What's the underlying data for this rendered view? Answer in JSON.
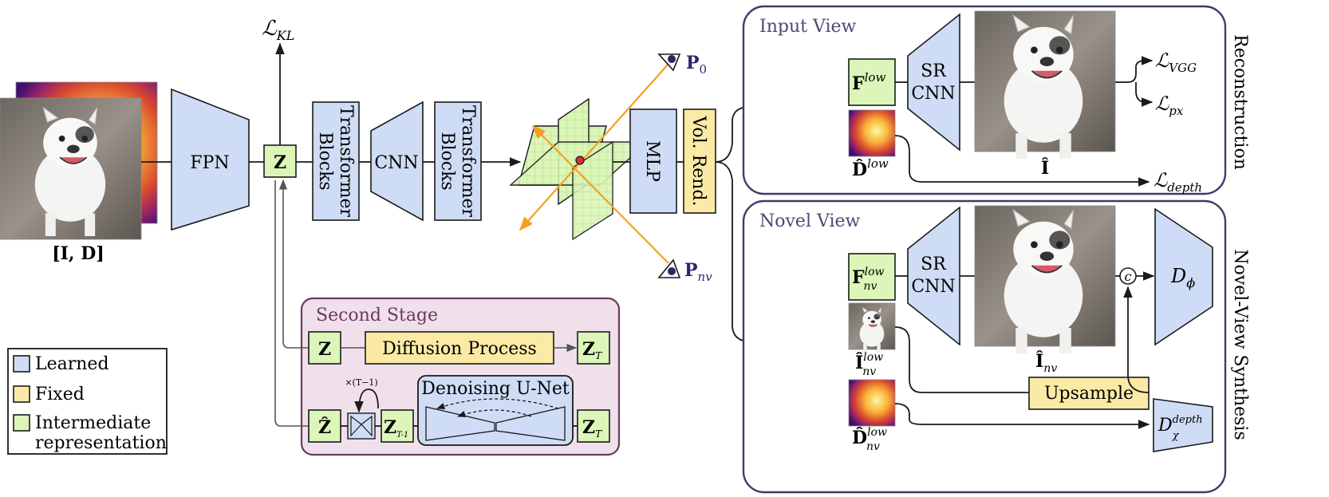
{
  "colors": {
    "learned": "#cfdcf5",
    "fixed": "#fbeaa6",
    "intermediate": "#dcf5b8",
    "second_stage_bg": "#f0e0ec",
    "second_stage_border": "#6b3a5c",
    "panel_border": "#3d3d6b",
    "ray_orange": "#f5a020",
    "panel_title": "#4a4a7a",
    "second_stage_title": "#6b3a5c"
  },
  "input": {
    "label": "[I, D]"
  },
  "encoder": {
    "fpn": "FPN",
    "z": "Z",
    "kl_loss": "ℒ",
    "kl_loss_sub": "KL",
    "transformer1_l1": "Transformer",
    "transformer1_l2": "Blocks",
    "cnn": "CNN",
    "transformer2_l1": "Transformer",
    "transformer2_l2": "Blocks"
  },
  "renderer": {
    "mlp": "MLP",
    "vol_rend": "Vol. Rend.",
    "p0": "P",
    "p0_sub": "0",
    "pnv": "P",
    "pnv_sub": "nv"
  },
  "input_view": {
    "title": "Input View",
    "f_low": "F",
    "f_low_sup": "low",
    "sr_cnn_l1": "SR",
    "sr_cnn_l2": "CNN",
    "d_low": "D̂",
    "d_low_sup": "low",
    "i_hat": "Î",
    "loss_vgg": "ℒ",
    "loss_vgg_sub": "VGG",
    "loss_px": "ℒ",
    "loss_px_sub": "px",
    "loss_depth": "ℒ",
    "loss_depth_sub": "depth",
    "side_label": "Reconstruction"
  },
  "novel_view": {
    "title": "Novel View",
    "f_low": "F",
    "f_low_sup": "low",
    "f_low_sub": "nv",
    "sr_cnn_l1": "SR",
    "sr_cnn_l2": "CNN",
    "i_low": "Î",
    "i_low_sup": "low",
    "i_low_sub": "nv",
    "d_low": "D̂",
    "d_low_sup": "low",
    "d_low_sub": "nv",
    "i_nv": "Î",
    "i_nv_sub": "nv",
    "concat": "c",
    "d_phi": "D",
    "d_phi_sub": "ϕ",
    "upsample": "Upsample",
    "d_chi": "D",
    "d_chi_sup": "depth",
    "d_chi_sub": "χ",
    "side_label": "Novel-View Synthesis"
  },
  "second_stage": {
    "title": "Second Stage",
    "z": "Z",
    "diffusion": "Diffusion Process",
    "z_t": "Z",
    "z_t_sub": "T",
    "z_hat": "Ẑ",
    "repeat": "×(T−1)",
    "z_t1": "Z",
    "z_t1_sub": "T-1",
    "unet_title": "Denoising U-Net",
    "z_t2": "Z",
    "z_t2_sub": "T"
  },
  "legend": {
    "learned": "Learned",
    "fixed": "Fixed",
    "intermediate_l1": "Intermediate",
    "intermediate_l2": "representation"
  }
}
